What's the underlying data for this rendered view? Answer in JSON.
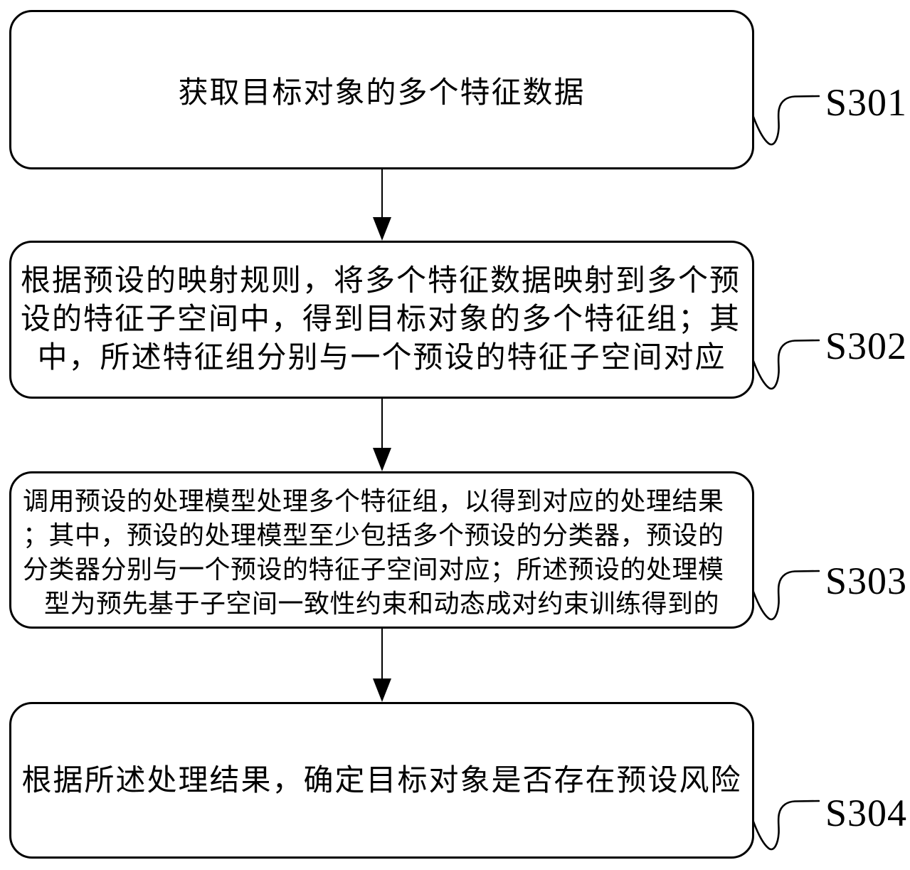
{
  "figure": {
    "type": "flowchart",
    "background_color": "#ffffff",
    "stroke_color": "#000000"
  },
  "steps": [
    {
      "label": "S301",
      "lines": [
        "获取目标对象的多个特征数据"
      ]
    },
    {
      "label": "S302",
      "lines": [
        "根据预设的映射规则，将多个特征数据映射到多个预",
        "设的特征子空间中，得到目标对象的多个特征组；其",
        "中，所述特征组分别与一个预设的特征子空间对应"
      ]
    },
    {
      "label": "S303",
      "lines": [
        "调用预设的处理模型处理多个特征组，以得到对应的处理结果",
        "；其中，预设的处理模型至少包括多个预设的分类器，预设的",
        "分类器分别与一个预设的特征子空间对应；所述预设的处理模",
        "型为预先基于子空间一致性约束和动态成对约束训练得到的"
      ]
    },
    {
      "label": "S304",
      "lines": [
        "根据所述处理结果，确定目标对象是否存在预设风险"
      ]
    }
  ]
}
